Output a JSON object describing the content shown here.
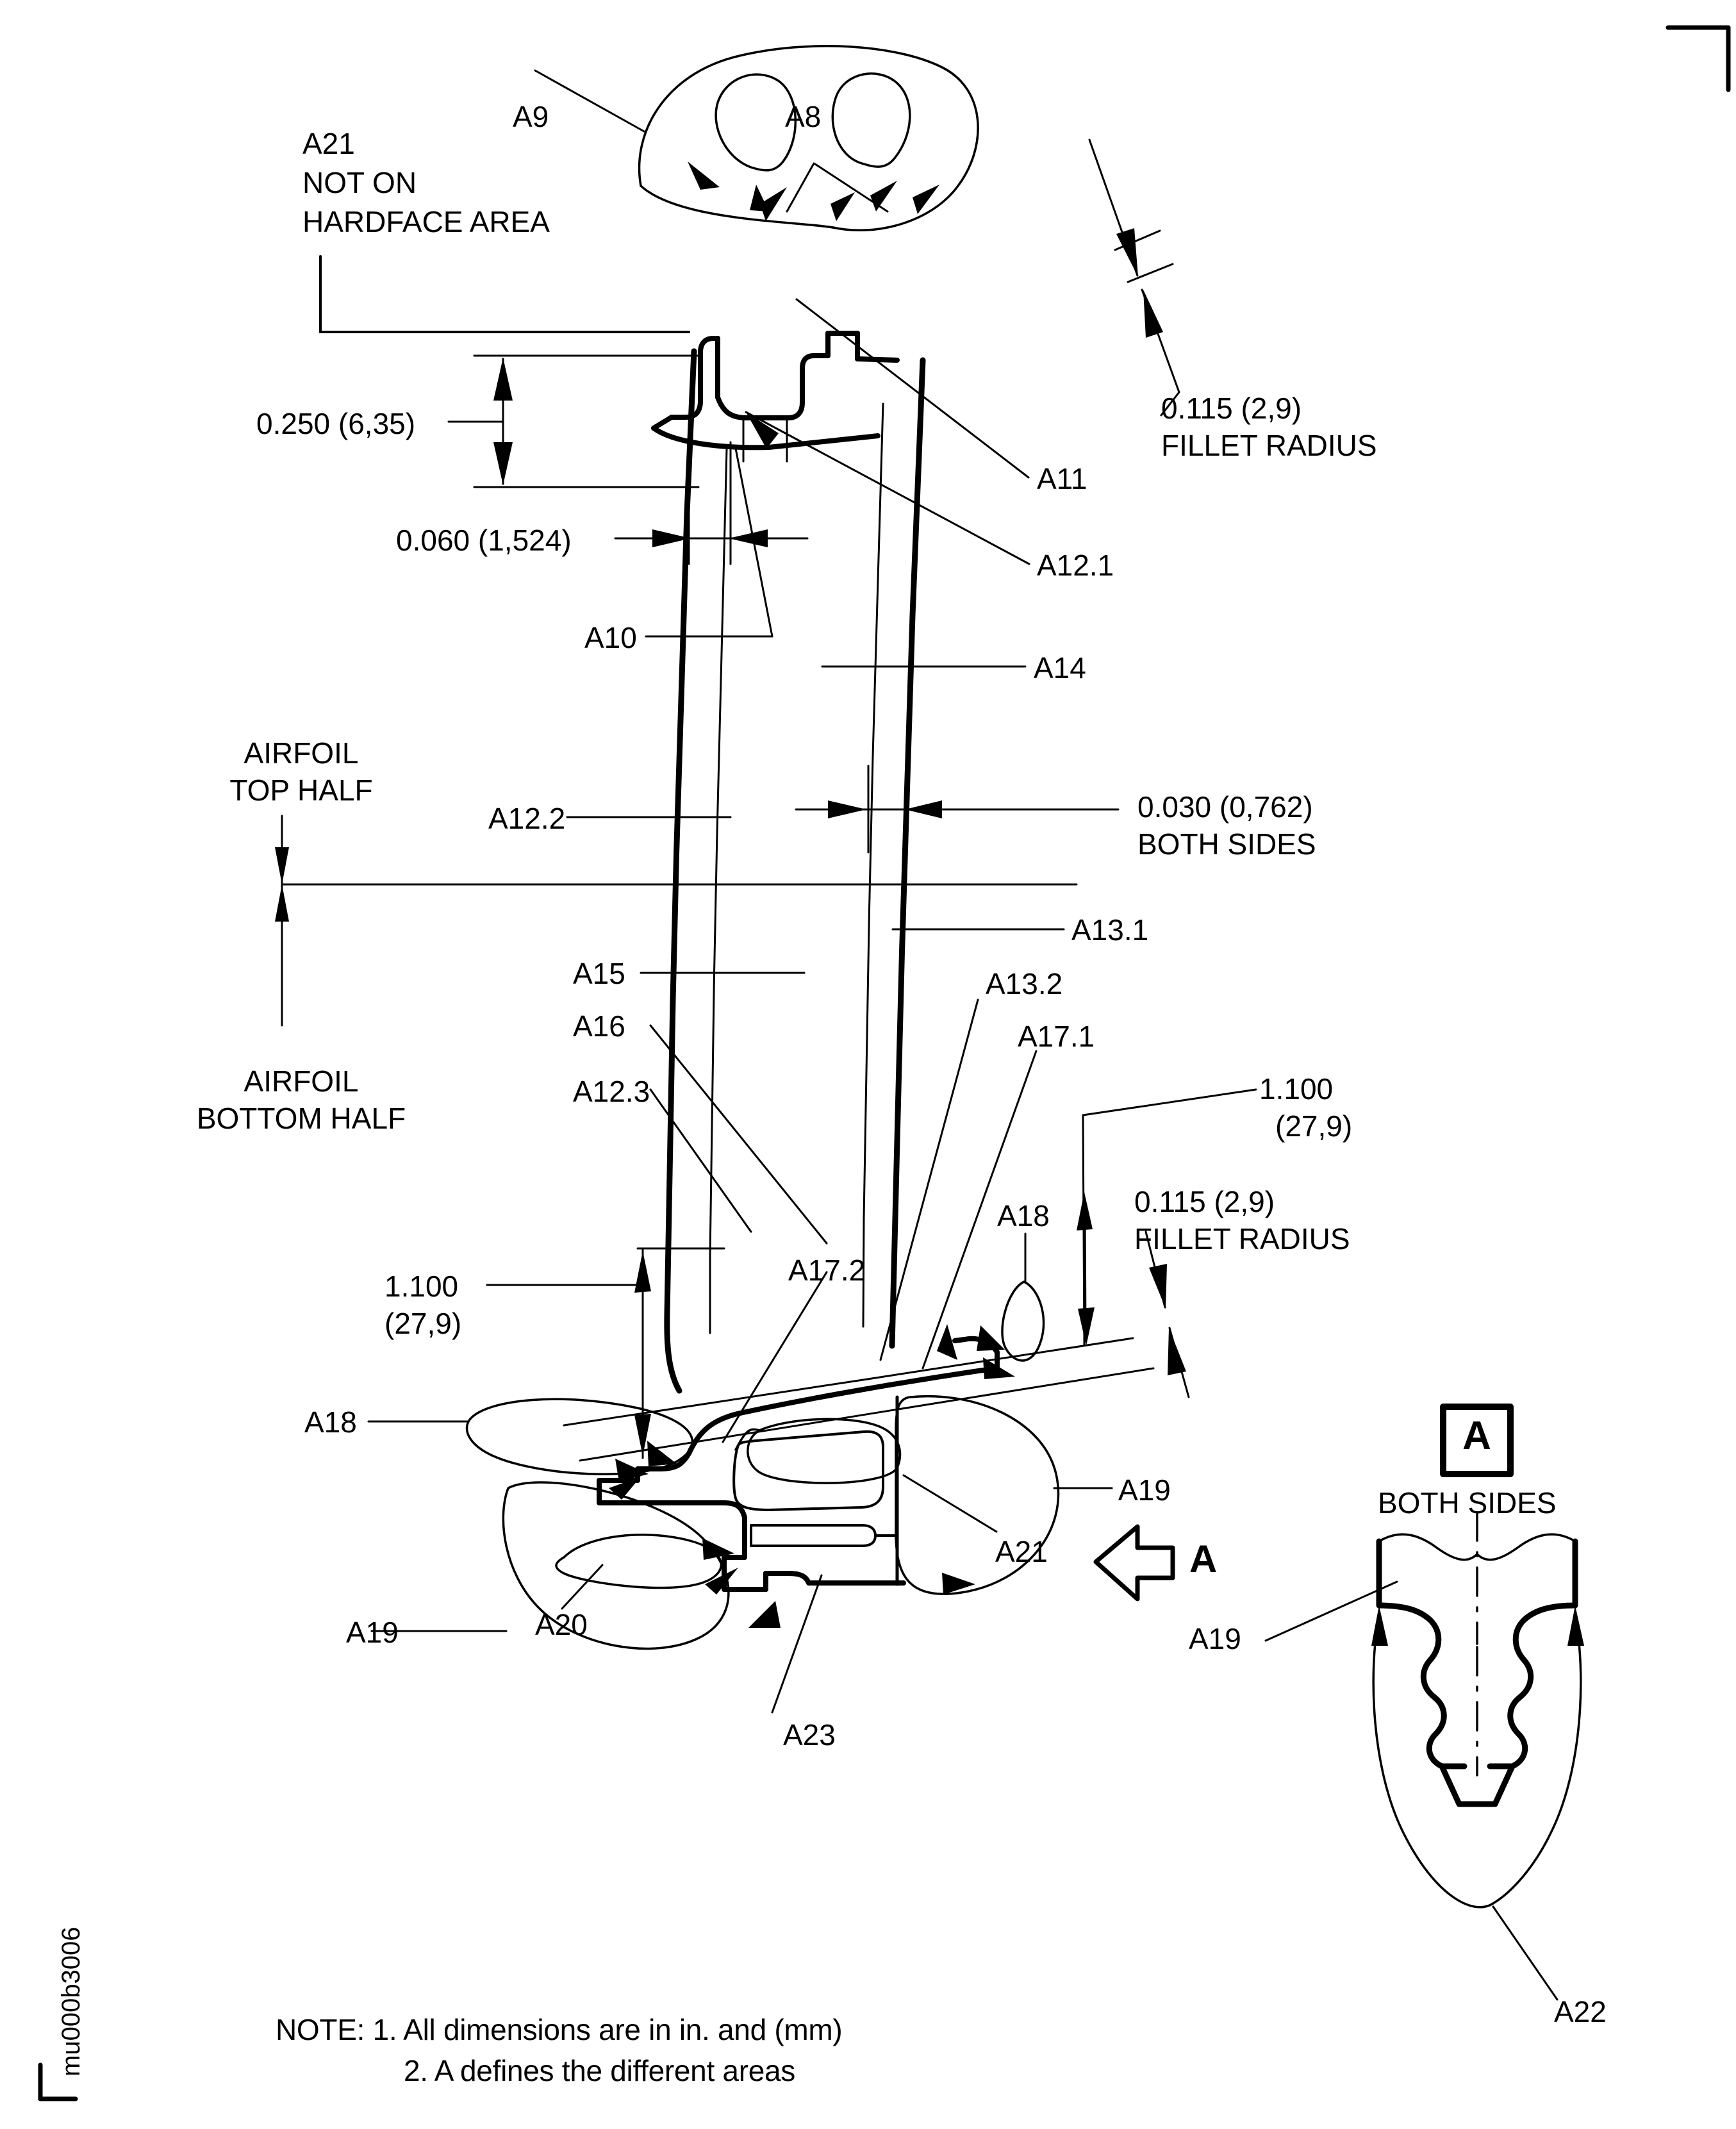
{
  "drawing": {
    "figure_id": "mu000b3006",
    "title_present": false
  },
  "labels": {
    "a8": "A8",
    "a9": "A9",
    "a10": "A10",
    "a11": "A11",
    "a12_1": "A12.1",
    "a12_2": "A12.2",
    "a12_3": "A12.3",
    "a13_1": "A13.1",
    "a13_2": "A13.2",
    "a14": "A14",
    "a15": "A15",
    "a16": "A16",
    "a17_1": "A17.1",
    "a17_2": "A17.2",
    "a18_left": "A18",
    "a18_mid": "A18",
    "a19_left": "A19",
    "a19_right": "A19",
    "a19_section": "A19",
    "a20": "A20",
    "a21_callout": "A21",
    "a21_root": "A21",
    "a22": "A22",
    "a23": "A23"
  },
  "annotations": {
    "a21_note_line1": "A21",
    "a21_note_line2": "NOT ON",
    "a21_note_line3": "HARDFACE AREA",
    "airfoil_top_half_line1": "AIRFOIL",
    "airfoil_top_half_line2": "TOP HALF",
    "airfoil_bottom_half_line1": "AIRFOIL",
    "airfoil_bottom_half_line2": "BOTTOM HALF"
  },
  "dimensions": {
    "tip_thickness": "0.250 (6,35)",
    "tip_width": "0.060 (1,524)",
    "fillet_top_value": "0.115 (2,9)",
    "fillet_top_caption": "FILLET RADIUS",
    "airfoil_thickness_value": "0.030 (0,762)",
    "airfoil_thickness_caption": "BOTH SIDES",
    "root_height_right_line1": "1.100",
    "root_height_right_line2": "(27,9)",
    "fillet_bottom_value": "0.115 (2,9)",
    "fillet_bottom_caption": "FILLET RADIUS",
    "root_height_left_line1": "1.100",
    "root_height_left_line2": "(27,9)"
  },
  "section": {
    "arrow_letter": "A",
    "flag_letter": "A",
    "both_sides": "BOTH SIDES",
    "view_letter": "A"
  },
  "notes": {
    "line1": "NOTE: 1. All dimensions are in in. and (mm)",
    "line2": "2. A defines the different areas"
  },
  "colors": {
    "ink": "#000000",
    "paper": "#ffffff"
  }
}
